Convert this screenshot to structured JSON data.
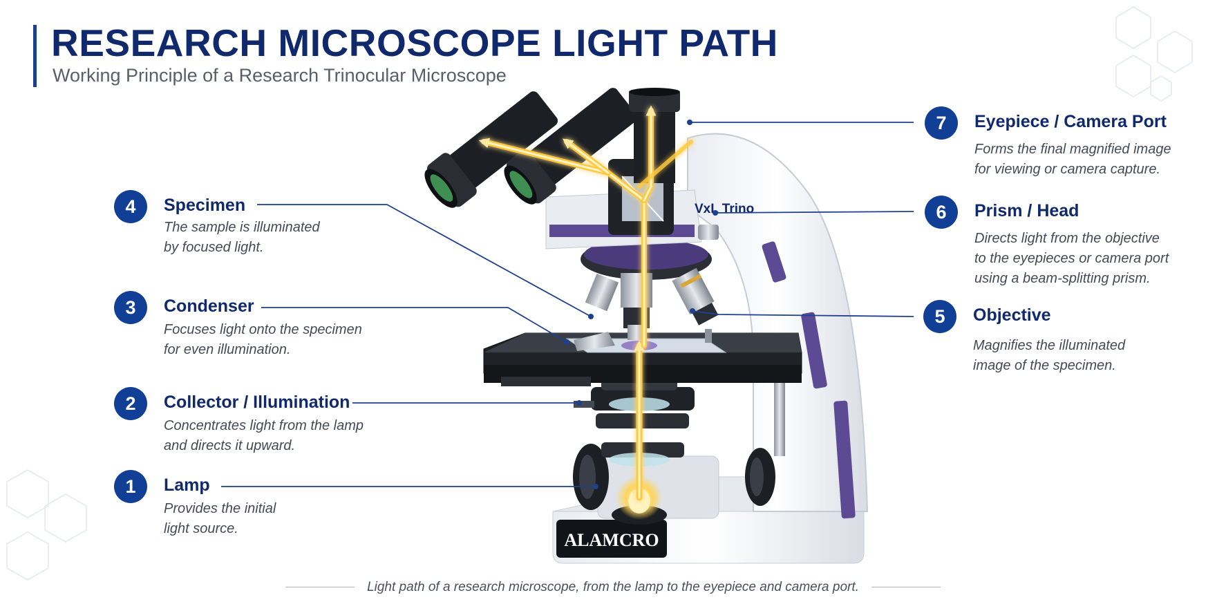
{
  "header": {
    "title": "RESEARCH MICROSCOPE LIGHT PATH",
    "subtitle": "Working Principle of a Research Trinocular Microscope"
  },
  "microscope": {
    "model_label": "VxL Trino",
    "brand": "ALAMCRO"
  },
  "callouts": [
    {
      "number": "7",
      "title": "Eyepiece / Camera Port",
      "desc": [
        "Forms the final magnified image",
        "for viewing or camera capture."
      ]
    },
    {
      "number": "6",
      "title": "Prism / Head",
      "desc": [
        "Directs light from the objective",
        "to the eyepieces or camera port",
        "using a beam-splitting prism."
      ]
    },
    {
      "number": "5",
      "title": "Objective",
      "desc": [
        "Magnifies the illuminated",
        "image of the specimen."
      ]
    },
    {
      "number": "4",
      "title": "Specimen",
      "desc": [
        "The sample is illuminated",
        "by focused light."
      ]
    },
    {
      "number": "3",
      "title": "Condenser",
      "desc": [
        "Focuses light onto the specimen",
        "for even illumination."
      ]
    },
    {
      "number": "2",
      "title": "Collector / Illumination",
      "desc": [
        "Concentrates light from the lamp",
        "and directs it upward."
      ]
    },
    {
      "number": "1",
      "title": "Lamp",
      "desc": [
        "Provides the initial",
        "light source."
      ]
    }
  ],
  "caption": "Light path of a research microscope, from the lamp to the eyepiece and camera port.",
  "colors": {
    "navy": "#10296d",
    "badge": "#123f96",
    "light_path": "#ffc93c",
    "accent_purple": "#5c4a94"
  }
}
